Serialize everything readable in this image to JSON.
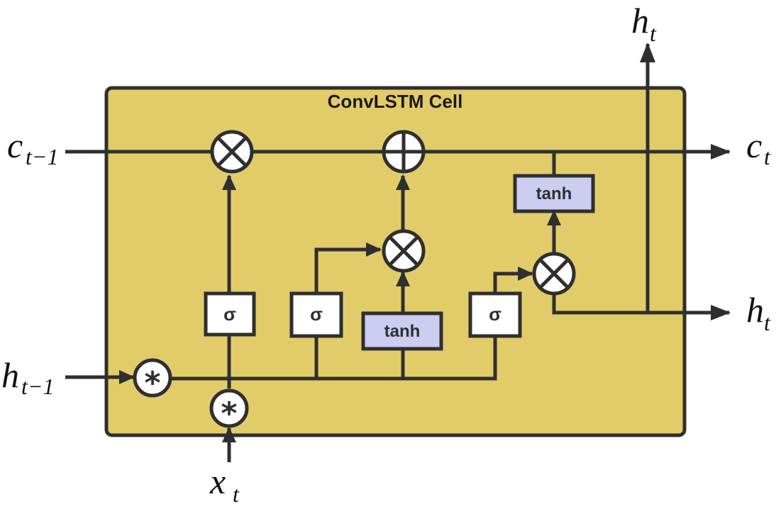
{
  "cell": {
    "title": "ConvLSTM Cell",
    "fill_color": "#e2cc6a",
    "border_color": "#2f2f2f"
  },
  "inputs": {
    "c_prev": {
      "main": "c",
      "sub": "t−1"
    },
    "h_prev": {
      "main": "h",
      "sub": "t−1"
    },
    "x": {
      "main": "x",
      "sub": "t"
    }
  },
  "outputs": {
    "c": {
      "main": "c",
      "sub": "t"
    },
    "h_right": {
      "main": "h",
      "sub": "t"
    },
    "h_top": {
      "main": "h",
      "sub": "t"
    }
  },
  "gates": {
    "forget": "σ",
    "input": "σ",
    "output": "σ",
    "candidate": "tanh",
    "cell_tanh": "tanh"
  },
  "ops": {
    "conv": "*",
    "multiply": "multiply-icon",
    "add": "add-icon"
  },
  "colors": {
    "tanh_box": "#cdcdf2",
    "line": "#2f2f2f"
  }
}
